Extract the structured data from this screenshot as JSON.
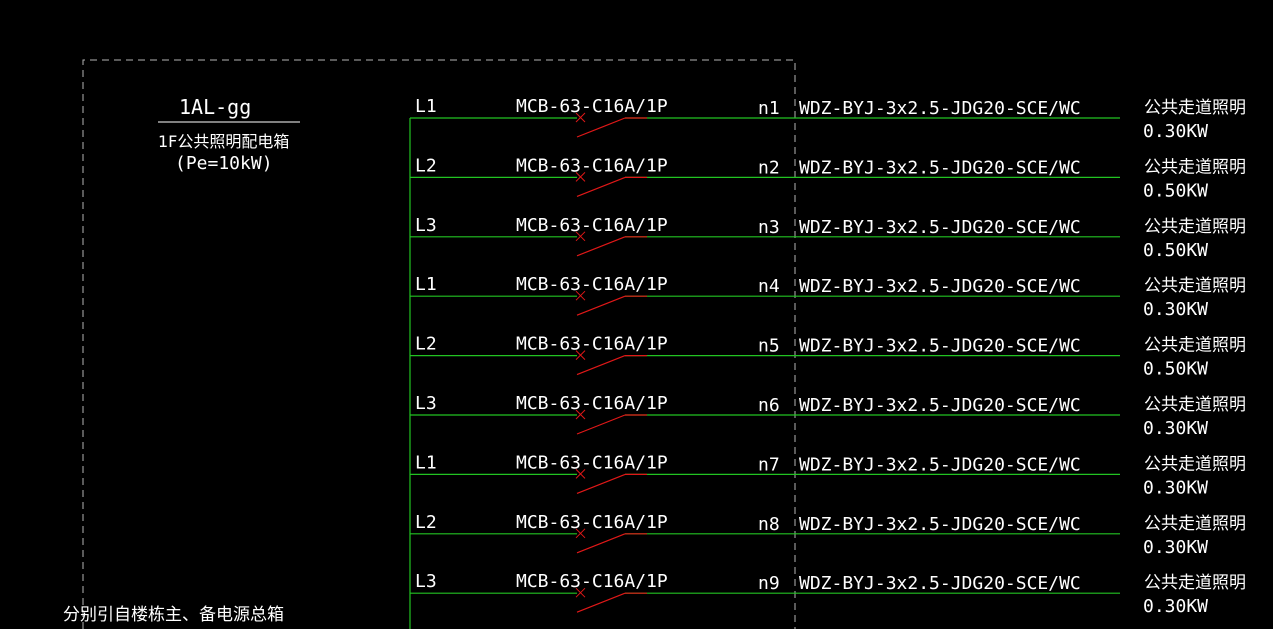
{
  "colors": {
    "background": "#000000",
    "frame": "#b4b4b4",
    "circuit_line": "#22c322",
    "switch": "#e01818",
    "text": "#ffffff"
  },
  "panel": {
    "name": "1AL-gg",
    "description": "1F公共照明配电箱",
    "capacity": "(Pe=10kW)"
  },
  "source_note": "分别引自楼栋主、备电源总箱",
  "circuits": [
    {
      "phase": "L1",
      "breaker": "MCB-63-C16A/1P",
      "id": "n1",
      "cable": "WDZ-BYJ-3x2.5-JDG20-SCE/WC",
      "load_name": "公共走道照明",
      "load_power": "0.30KW"
    },
    {
      "phase": "L2",
      "breaker": "MCB-63-C16A/1P",
      "id": "n2",
      "cable": "WDZ-BYJ-3x2.5-JDG20-SCE/WC",
      "load_name": "公共走道照明",
      "load_power": "0.50KW"
    },
    {
      "phase": "L3",
      "breaker": "MCB-63-C16A/1P",
      "id": "n3",
      "cable": "WDZ-BYJ-3x2.5-JDG20-SCE/WC",
      "load_name": "公共走道照明",
      "load_power": "0.50KW"
    },
    {
      "phase": "L1",
      "breaker": "MCB-63-C16A/1P",
      "id": "n4",
      "cable": "WDZ-BYJ-3x2.5-JDG20-SCE/WC",
      "load_name": "公共走道照明",
      "load_power": "0.30KW"
    },
    {
      "phase": "L2",
      "breaker": "MCB-63-C16A/1P",
      "id": "n5",
      "cable": "WDZ-BYJ-3x2.5-JDG20-SCE/WC",
      "load_name": "公共走道照明",
      "load_power": "0.50KW"
    },
    {
      "phase": "L3",
      "breaker": "MCB-63-C16A/1P",
      "id": "n6",
      "cable": "WDZ-BYJ-3x2.5-JDG20-SCE/WC",
      "load_name": "公共走道照明",
      "load_power": "0.30KW"
    },
    {
      "phase": "L1",
      "breaker": "MCB-63-C16A/1P",
      "id": "n7",
      "cable": "WDZ-BYJ-3x2.5-JDG20-SCE/WC",
      "load_name": "公共走道照明",
      "load_power": "0.30KW"
    },
    {
      "phase": "L2",
      "breaker": "MCB-63-C16A/1P",
      "id": "n8",
      "cable": "WDZ-BYJ-3x2.5-JDG20-SCE/WC",
      "load_name": "公共走道照明",
      "load_power": "0.30KW"
    },
    {
      "phase": "L3",
      "breaker": "MCB-63-C16A/1P",
      "id": "n9",
      "cable": "WDZ-BYJ-3x2.5-JDG20-SCE/WC",
      "load_name": "公共走道照明",
      "load_power": "0.30KW"
    }
  ]
}
